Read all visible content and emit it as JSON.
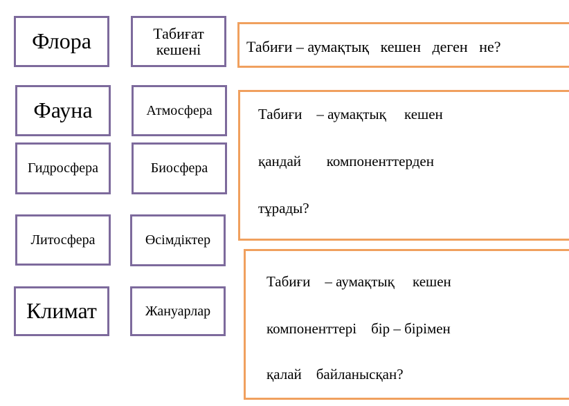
{
  "colors": {
    "term_border": "#7d6a9c",
    "question_border": "#f0a05e"
  },
  "terms": [
    {
      "label": "Флора"
    },
    {
      "label": "Табиғат кешені"
    },
    {
      "label": "Фауна"
    },
    {
      "label": "Атмосфера"
    },
    {
      "label": "Гидросфера"
    },
    {
      "label": "Биосфера"
    },
    {
      "label": "Литосфера"
    },
    {
      "label": "Өсімдіктер"
    },
    {
      "label": "Климат"
    },
    {
      "label": "Жануарлар"
    }
  ],
  "questions": [
    {
      "lines": [
        "Табиғи – аумақтық   кешен   деген   не?"
      ]
    },
    {
      "lines": [
        "Табиғи    – аумақтық     кешен",
        "қандай       компоненттерден",
        "тұрады?"
      ]
    },
    {
      "lines": [
        "Табиғи    – аумақтық     кешен",
        "компоненттері    бір – бірімен",
        "қалай    байланысқан?"
      ]
    }
  ]
}
